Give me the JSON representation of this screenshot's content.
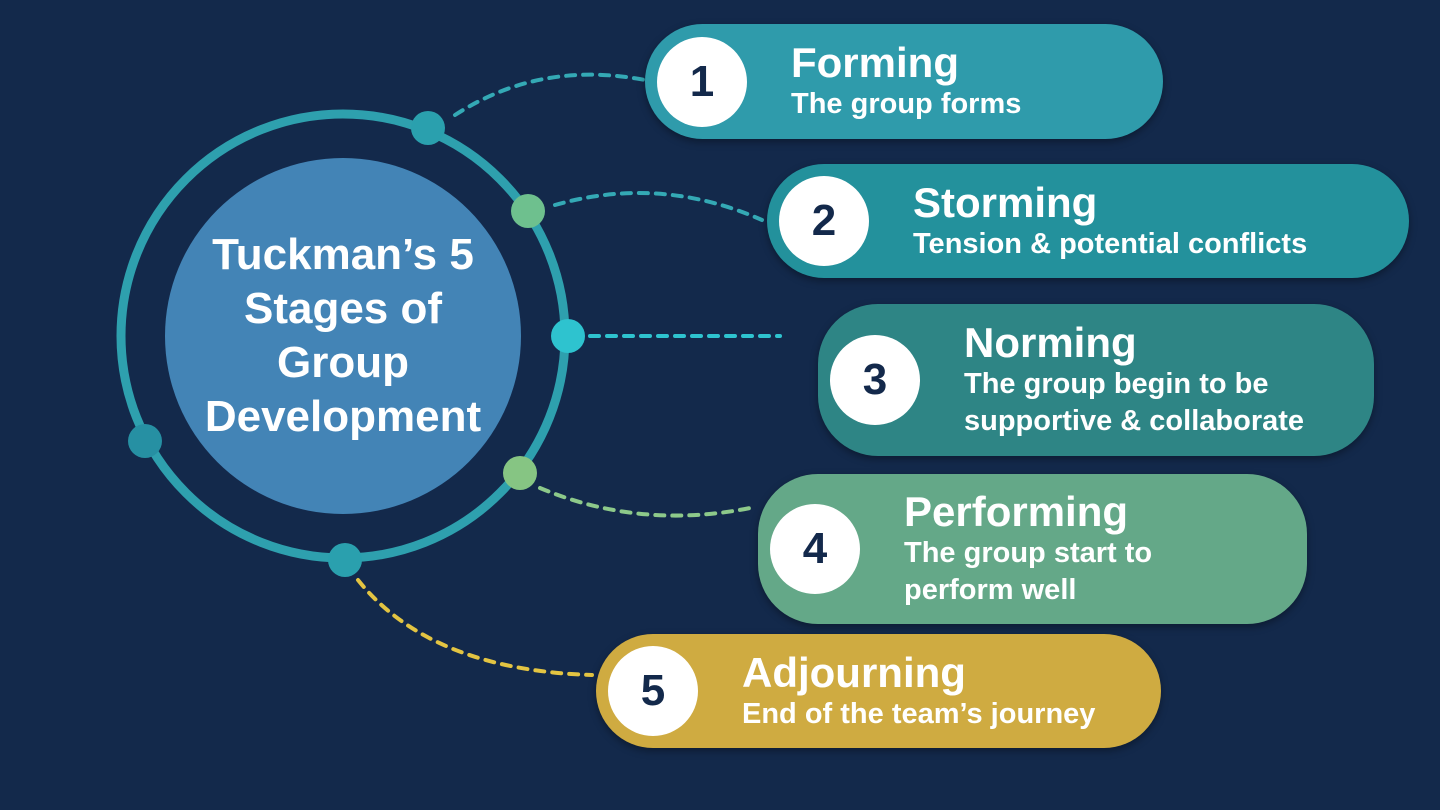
{
  "core": {
    "title": "Tuckman’s 5 Stages of Group Development",
    "color": "#4384b6"
  },
  "ring_color": "#2ea0ae",
  "background": "#13294b",
  "stages": [
    {
      "number": "1",
      "title": "Forming",
      "description": "The group forms",
      "color": "#2f9bab",
      "connector_color": "#34a9b5"
    },
    {
      "number": "2",
      "title": "Storming",
      "description": "Tension & potential conflicts",
      "color": "#23919c",
      "connector_color": "#34a9b5"
    },
    {
      "number": "3",
      "title": "Norming",
      "description": "The group begin to be supportive & collaborate",
      "color": "#2e8585",
      "connector_color": "#2ec3cf"
    },
    {
      "number": "4",
      "title": "Performing",
      "description": "The group start to perform well",
      "color": "#64a888",
      "connector_color": "#8dc98a"
    },
    {
      "number": "5",
      "title": "Adjourning",
      "description": "End of the team’s journey",
      "color": "#cfab41",
      "connector_color": "#e3c442"
    }
  ]
}
